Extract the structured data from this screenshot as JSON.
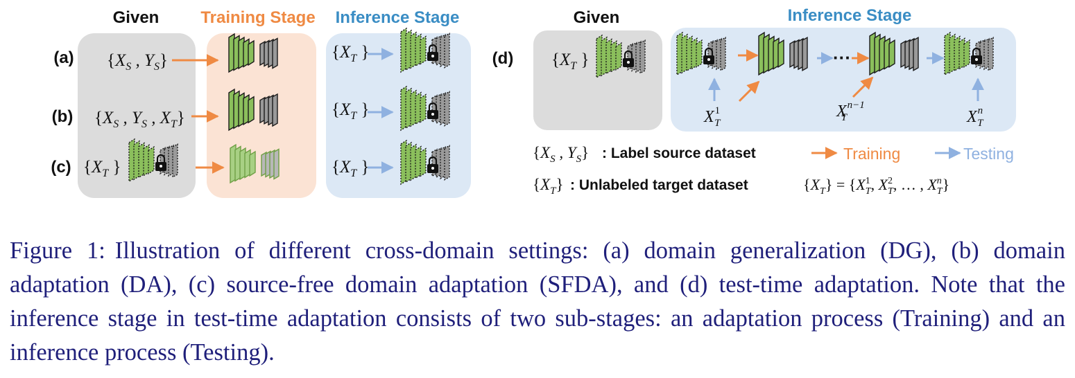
{
  "colors": {
    "given_panel": "#dcdcdc",
    "training_panel": "#fbe3d4",
    "inference_panel": "#dce8f5",
    "training_arrow": "#ef8a43",
    "testing_arrow": "#8fb1e0",
    "training_title": "#ef8a43",
    "inference_title": "#3a8dc4",
    "net_green": "#8bbf5c",
    "net_gray": "#9a9a9a"
  },
  "left": {
    "headers": {
      "given": "Given",
      "training": "Training Stage",
      "inference": "Inference Stage"
    },
    "rows": [
      {
        "label": "(a)",
        "given": "{X_S , Y_S}",
        "given_has_net": false,
        "inference": "{X_T }"
      },
      {
        "label": "(b)",
        "given": "{X_S , Y_S , X_T}",
        "given_has_net": false,
        "inference": "{X_T }"
      },
      {
        "label": "(c)",
        "given": "{X_T }",
        "given_has_net": true,
        "inference": "{X_T }"
      }
    ]
  },
  "right": {
    "label": "(d)",
    "headers": {
      "given": "Given",
      "inference": "Inference Stage"
    },
    "given": "{X_T }",
    "ellipsis": "···",
    "inputs": [
      {
        "base": "X",
        "sub": "T",
        "sup": "1"
      },
      {
        "base": "X",
        "sub": "T",
        "sup": "n−1"
      },
      {
        "base": "X",
        "sub": "T",
        "sup": "n"
      }
    ]
  },
  "legend": {
    "labeled_symbol": "{X_S , Y_S}",
    "labeled_text": ": Label source dataset",
    "unlabeled_symbol": "{X_T}",
    "unlabeled_text": ": Unlabeled target dataset",
    "unlabeled_formula": "{X_T} = {X_T^1, X_T^2, … , X_T^n}",
    "training": "Training",
    "testing": "Testing"
  },
  "caption": {
    "label": "Figure 1:",
    "text": "Illustration of different cross-domain settings: (a) domain generalization (DG), (b) domain adaptation (DA), (c) source-free domain adaptation (SFDA), and (d) test-time adaptation. Note that the inference stage in test-time adaptation consists of two sub-stages: an adaptation process (Training) and an inference process (Testing)."
  }
}
